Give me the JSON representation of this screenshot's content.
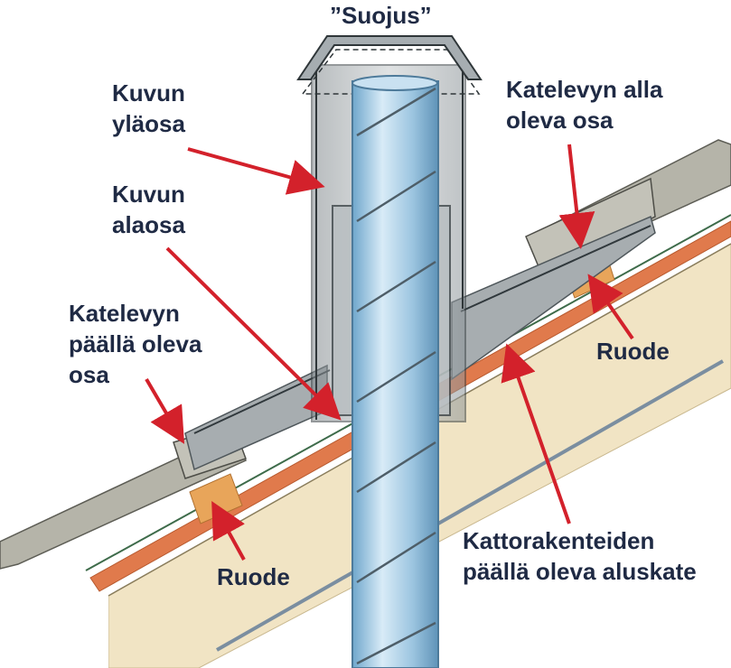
{
  "labels": {
    "top": "”Suojus”",
    "upper_hood_line1": "Kuvun",
    "upper_hood_line2": "yläosa",
    "lower_hood_line1": "Kuvun",
    "lower_hood_line2": "alaosa",
    "sheet_above_line1": "Katelevyn",
    "sheet_above_line2": "päällä oleva",
    "sheet_above_line3": "osa",
    "sheet_below_line1": "Katelevyn alla",
    "sheet_below_line2": "oleva osa",
    "batten_right": "Ruode",
    "batten_left": "Ruode",
    "underlay_line1": "Kattorakenteiden",
    "underlay_line2": "päällä oleva aluskate"
  },
  "colors": {
    "label_text": "#1f2a44",
    "arrow": "#d3212b",
    "pipe": "#a9cde6",
    "flashing": "#9aa2a6",
    "roof_sheet": "#b5b4a9",
    "underlay": "#e07a4c",
    "roof_board": "#f1e4c4",
    "batten": "#e8a55a"
  }
}
